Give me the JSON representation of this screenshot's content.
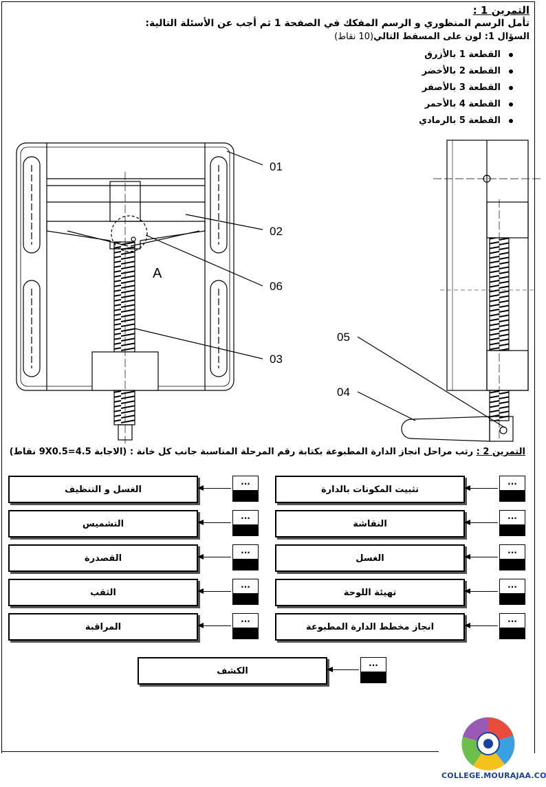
{
  "exercise1": {
    "title": "التمرين 1 :",
    "intro": "تأمل الرسم المنظوري و الرسم المفكك في الصفحة 1 ثم أجب عن الأسئلة التالية:",
    "question_label": "السؤال 1:",
    "question_text": " لون على المسقط  التالي",
    "question_points": "(10 نقاط)",
    "parts": [
      "القطعة 1 بالأزرق",
      "القطعة 2 بالأخضر",
      "القطعة  3  بالأصفر",
      "القطعة  4  بالأحمر",
      "القطعة 5 بالرمادي"
    ]
  },
  "drawing_labels": {
    "l01": "01",
    "l02": "02",
    "l06": "06",
    "l03": "03",
    "l05": "05",
    "l04": "04",
    "detail": "A"
  },
  "exercise2": {
    "title": "التمرين 2 :",
    "text": " رتب مراحل انجاز الدارة المطبوعة بكتابة رقم المرحلة المناسبة جانب كل خانة : (الاجابة 4.5=9X0.5 نقاط)"
  },
  "placeholder": "...",
  "stages_right": [
    "تثبيت المكونات بالدارة",
    "النقاشة",
    "الغسل",
    "تهيئة اللوحة",
    "انجاز مخطط الدارة المطبوعة"
  ],
  "stages_left": [
    "الغسل و التنظيف",
    "التشميس",
    "القصدرة",
    "الثقب",
    "المراقبة"
  ],
  "stage_bottom": "الكشف",
  "logo": {
    "site": "COLLEGE.MOURAJAA.COM",
    "icon": "site-logo-icon"
  }
}
